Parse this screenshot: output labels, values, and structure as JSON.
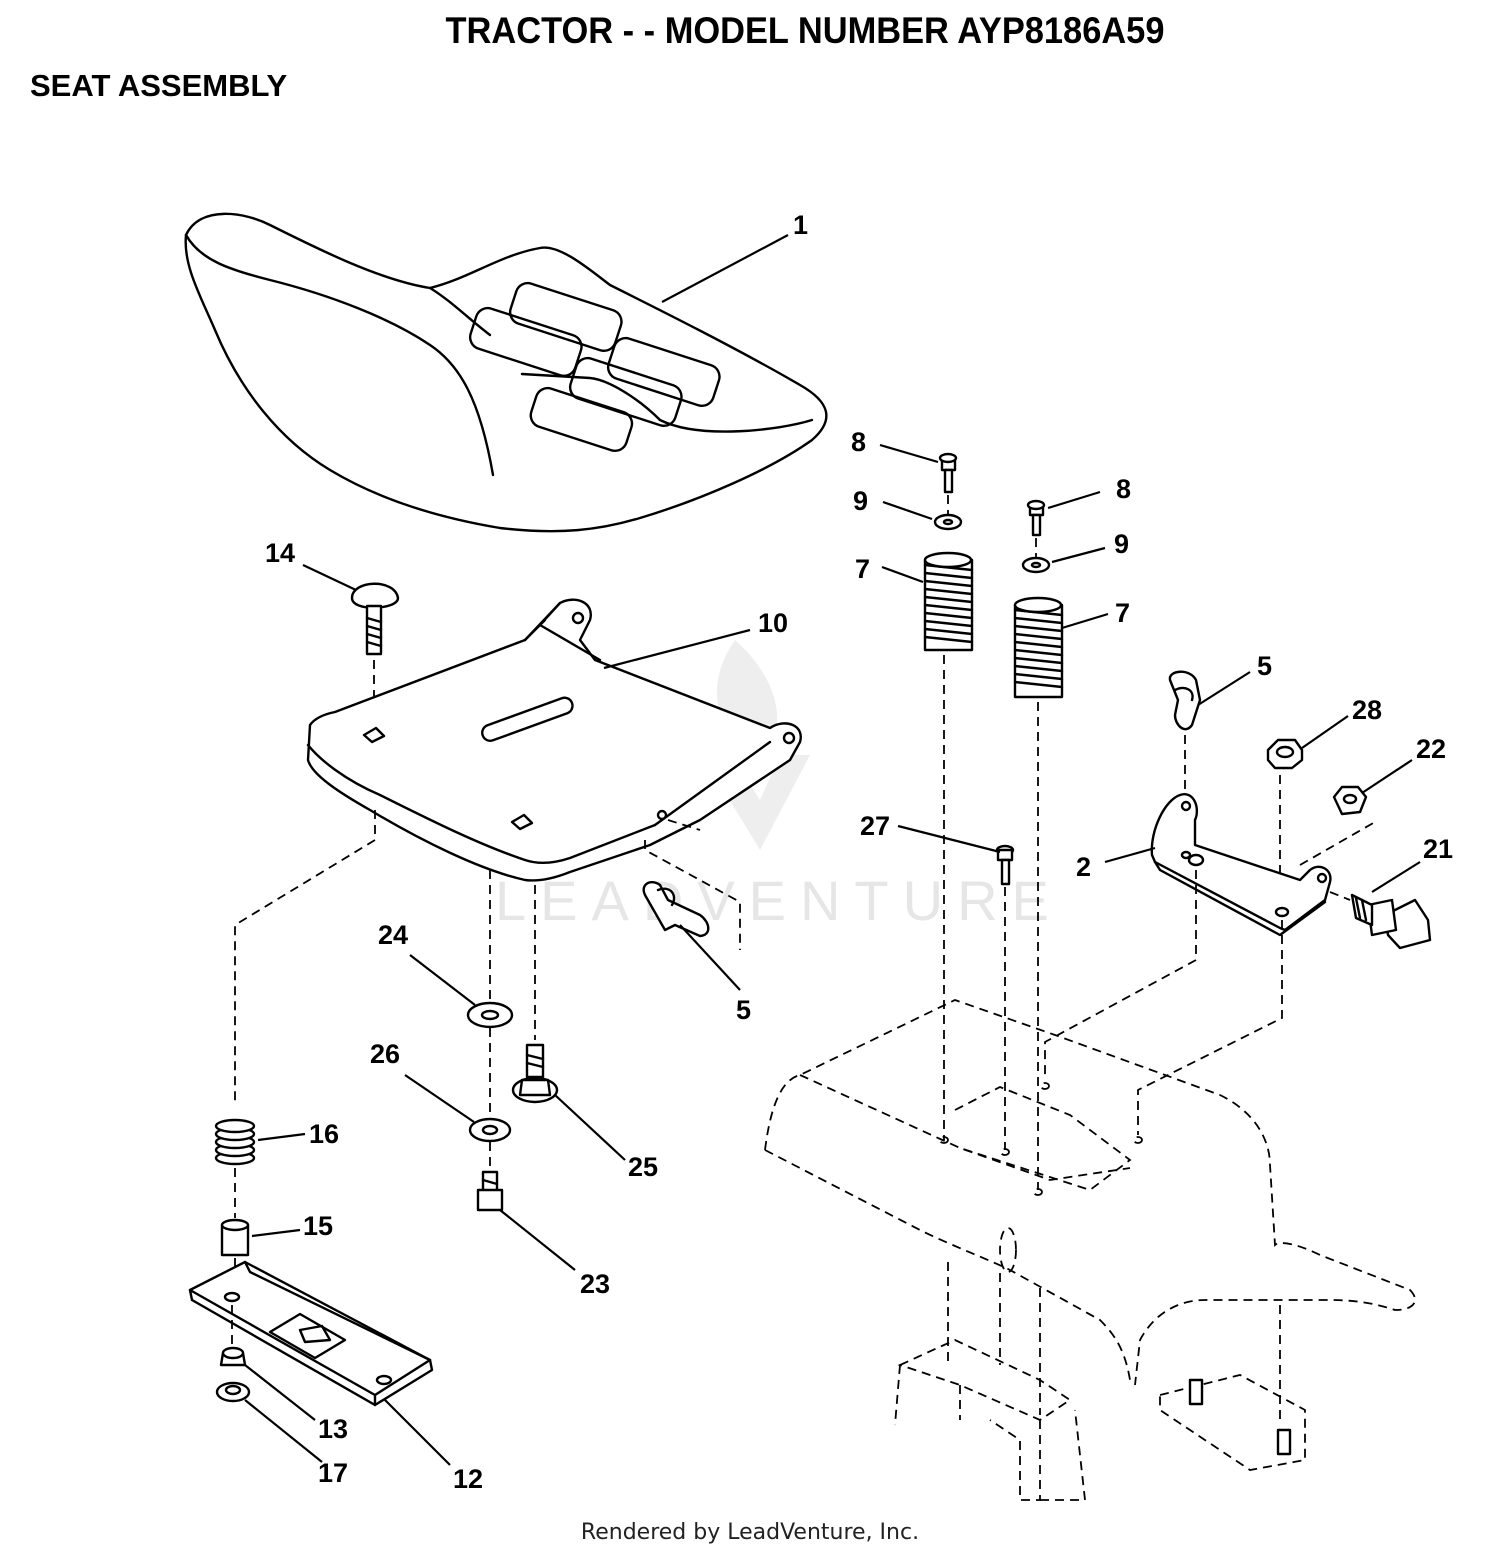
{
  "title": "TRACTOR - - MODEL NUMBER AYP8186A59",
  "subtitle": "SEAT ASSEMBLY",
  "footer": "Rendered by LeadVenture, Inc.",
  "watermark": "LEADVENTURE",
  "callouts": {
    "seat": "1",
    "bracket": "2",
    "clip_right": "5",
    "clip_left": "5",
    "spring_left": "7",
    "spring_right": "7",
    "screw_left": "8",
    "screw_right": "8",
    "washer_left": "9",
    "washer_right": "9",
    "seat_pan": "10",
    "adjust_plate": "12",
    "nut_13": "13",
    "carriage_bolt": "14",
    "spacer": "15",
    "spring_16": "16",
    "nut_17": "17",
    "shoulder_bolt": "21",
    "nut_22": "22",
    "bolt_23": "23",
    "washer_24": "24",
    "bolt_25": "25",
    "washer_26": "26",
    "screw_27": "27",
    "nut_28": "28"
  }
}
